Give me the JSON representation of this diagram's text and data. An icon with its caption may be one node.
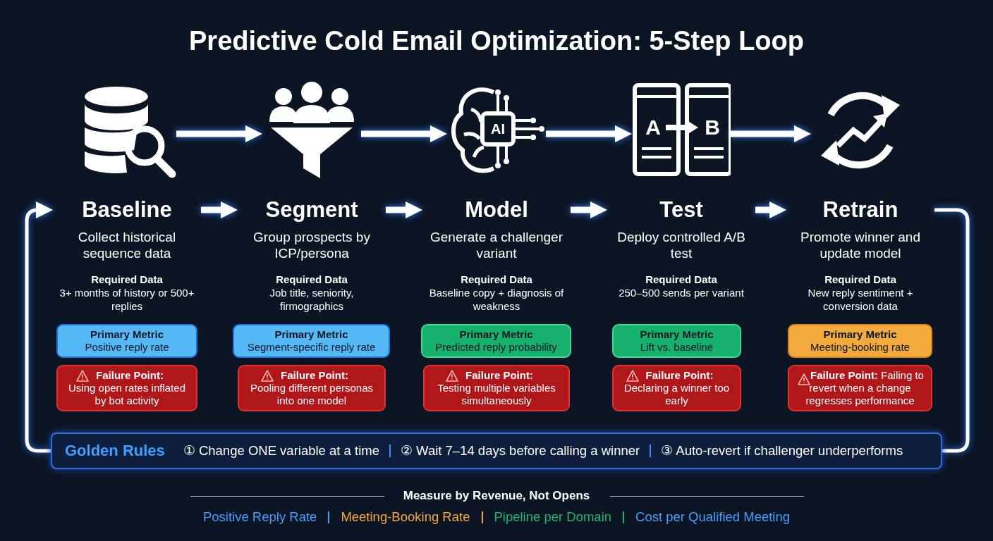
{
  "diagram": {
    "title": "Predictive Cold Email Optimization: 5-Step Loop",
    "nodes": [
      {
        "text": [],
        "shape": "cylinder"
      },
      {
        "text": [],
        "shape": "funnel"
      },
      {
        "text": [
          "AI"
        ]
      },
      {
        "text": [
          "A",
          "B"
        ]
      },
      {
        "text": [],
        "shape": "cycle"
      },
      {
        "text": [
          "Baseline",
          "Collect historical sequence data",
          "Required Data",
          "3+ months of history or 500+ replies"
        ]
      },
      {
        "text": [
          "Segment",
          "Group prospects by ICP/persona",
          "Required Data",
          "Job title, seniority, firmographics"
        ]
      },
      {
        "text": [
          "Model",
          "Generate a challenger variant",
          "Required Data",
          "Baseline copy + diagnosis of weakness"
        ]
      },
      {
        "text": [
          "Test",
          "Deploy controlled A/B test",
          "Required Data",
          "250–500 sends per variant"
        ]
      },
      {
        "text": [
          "Retrain",
          "Promote winner and update model",
          "Required Data",
          "New reply sentiment + conversion data"
        ]
      },
      {
        "text": [
          "Primary Metric",
          "Positive reply rate"
        ]
      },
      {
        "text": [
          "Primary Metric",
          "Segment-specific reply rate"
        ]
      },
      {
        "text": [
          "Primary Metric",
          "Predicted reply probability"
        ]
      },
      {
        "text": [
          "Primary Metric",
          "Lift vs. baseline"
        ]
      },
      {
        "text": [
          "Primary Metric",
          "Meeting-booking rate"
        ]
      },
      {
        "text": [
          "Failure Point:",
          "Using open rates inflated by bot activity"
        ]
      },
      {
        "text": [
          "Failure Point:",
          "Pooling different personas into one model"
        ]
      },
      {
        "text": [
          "Failure Point:",
          "Testing multiple variables simultaneously"
        ]
      },
      {
        "text": [
          "Failure Point:",
          "Declaring a winner too early"
        ]
      },
      {
        "text": [
          "**Failure Point:** Failing to revert when a change regresses performance"
        ]
      },
      {
        "text": [
          "Golden Rules",
          "① Change ONE variable at a time",
          "② Wait 7–14 days before calling a winner",
          "③ Auto-revert if challenger underperforms"
        ]
      }
    ],
    "edges": [
      {
        "from": 0,
        "to": 1,
        "arrow": "to"
      },
      {
        "from": 1,
        "to": 2,
        "arrow": "to"
      },
      {
        "from": 2,
        "to": 3,
        "arrow": "to"
      },
      {
        "from": 3,
        "to": 4,
        "arrow": "to"
      },
      {
        "from": 5,
        "to": 6,
        "arrow": "to"
      },
      {
        "from": 6,
        "to": 7,
        "arrow": "to"
      },
      {
        "from": 7,
        "to": 8,
        "arrow": "to"
      },
      {
        "from": 8,
        "to": 9,
        "arrow": "to"
      },
      {
        "from": 9,
        "to": 20,
        "arrow": "none"
      },
      {
        "from": 20,
        "to": 5,
        "arrow": "to"
      }
    ],
    "labels": [
      "Measure by Revenue, Not Opens",
      "Positive Reply Rate",
      "Meeting-Booking Rate",
      "Pipeline per Domain",
      "Cost per Qualified Meeting"
    ]
  }
}
